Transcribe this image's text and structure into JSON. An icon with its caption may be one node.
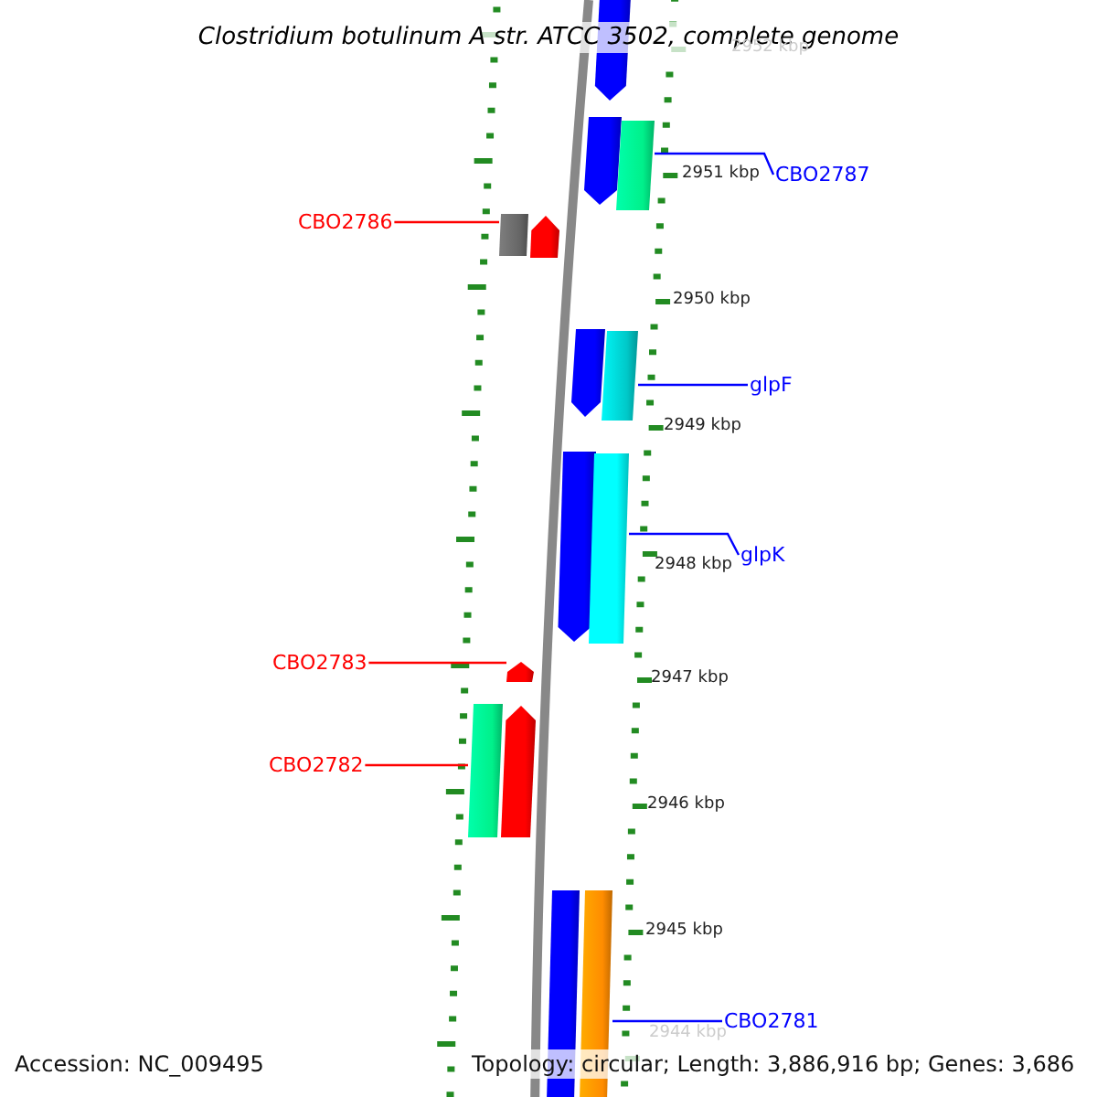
{
  "diagram": {
    "title": "Clostridium botulinum A str. ATCC 3502, complete genome",
    "nodes": [
      {
        "text": [],
        "shape": "arrow"
      },
      {
        "text": [],
        "shape": "arrow"
      },
      {
        "text": [],
        "shape": "box"
      },
      {
        "text": [
          "CBO2787"
        ]
      },
      {
        "text": [
          "CBO2786"
        ]
      },
      {
        "text": [],
        "shape": "box"
      },
      {
        "text": [],
        "shape": "arrow"
      },
      {
        "text": [],
        "shape": "arrow"
      },
      {
        "text": [],
        "shape": "box"
      },
      {
        "text": [
          "glpF"
        ]
      },
      {
        "text": [],
        "shape": "arrow"
      },
      {
        "text": [],
        "shape": "box"
      },
      {
        "text": [
          "glpK"
        ]
      },
      {
        "text": [
          "CBO2783"
        ]
      },
      {
        "text": [],
        "shape": "arrow"
      },
      {
        "text": [
          "CBO2782"
        ]
      },
      {
        "text": [],
        "shape": "box"
      },
      {
        "text": [],
        "shape": "arrow"
      },
      {
        "text": [],
        "shape": "box"
      },
      {
        "text": [],
        "shape": "box"
      },
      {
        "text": [
          "CBO2781"
        ]
      }
    ],
    "edges": [
      {
        "from": 3,
        "to": 2,
        "arrow": "none"
      },
      {
        "from": 4,
        "to": 5,
        "arrow": "none",
        "color": "#ff0000"
      },
      {
        "from": 9,
        "to": 8,
        "arrow": "none"
      },
      {
        "from": 12,
        "to": 11,
        "arrow": "none"
      },
      {
        "from": 13,
        "to": 14,
        "arrow": "none",
        "color": "#ff0000"
      },
      {
        "from": 15,
        "to": 16,
        "arrow": "none",
        "color": "#ff0000"
      },
      {
        "from": 20,
        "to": 19,
        "arrow": "none"
      }
    ],
    "labels": [
      "2952 kbp",
      "2951 kbp",
      "2950 kbp",
      "2949 kbp",
      "2948 kbp",
      "2947 kbp",
      "2946 kbp",
      "2945 kbp",
      "2944 kbp",
      "Accession: NC_009495",
      "Topology: circular; Length: 3,886,916 bp; Genes: 3,686"
    ]
  }
}
